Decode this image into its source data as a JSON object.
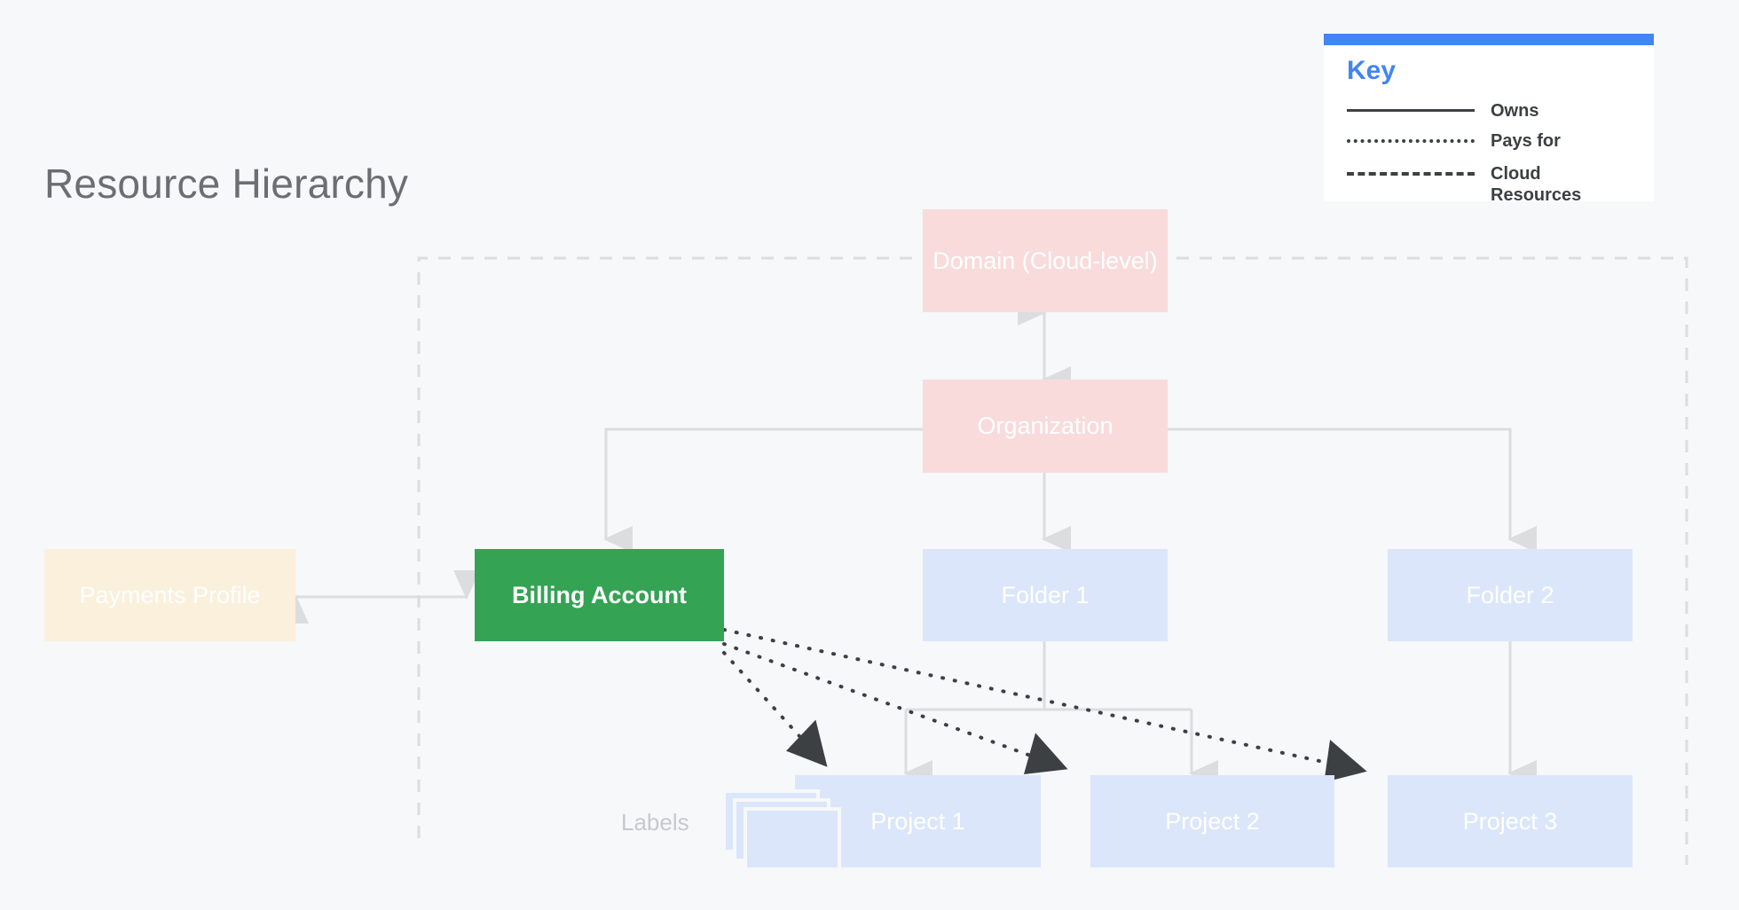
{
  "page": {
    "title": "Resource Hierarchy",
    "background_color": "#f6f8f9"
  },
  "legend": {
    "title": "Key",
    "accent_color": "#4285f4",
    "items": [
      {
        "style": "solid",
        "label": "Owns"
      },
      {
        "style": "dotted",
        "label": "Pays for"
      },
      {
        "style": "dashed",
        "label": "Cloud Resources"
      }
    ]
  },
  "nodes": {
    "domain": {
      "label": "Domain (Cloud-level)",
      "color": "#f9dbdb"
    },
    "organization": {
      "label": "Organization",
      "color": "#f9dbdb"
    },
    "payments_profile": {
      "label": "Payments Profile",
      "color": "#faf0dc"
    },
    "billing_account": {
      "label": "Billing Account",
      "color": "#34a353"
    },
    "folder_1": {
      "label": "Folder 1",
      "color": "#dbe6fa"
    },
    "folder_2": {
      "label": "Folder 2",
      "color": "#dbe6fa"
    },
    "project_1": {
      "label": "Project 1",
      "color": "#dbe6fa"
    },
    "project_2": {
      "label": "Project 2",
      "color": "#dbe6fa"
    },
    "project_3": {
      "label": "Project 3",
      "color": "#dbe6fa"
    },
    "labels": {
      "label": "Labels",
      "color": "#dbe6fa"
    }
  },
  "edges": {
    "owns_color": "#dcdddf",
    "pays_for_color": "#3c4043",
    "boundary_color": "#dcdddf"
  }
}
